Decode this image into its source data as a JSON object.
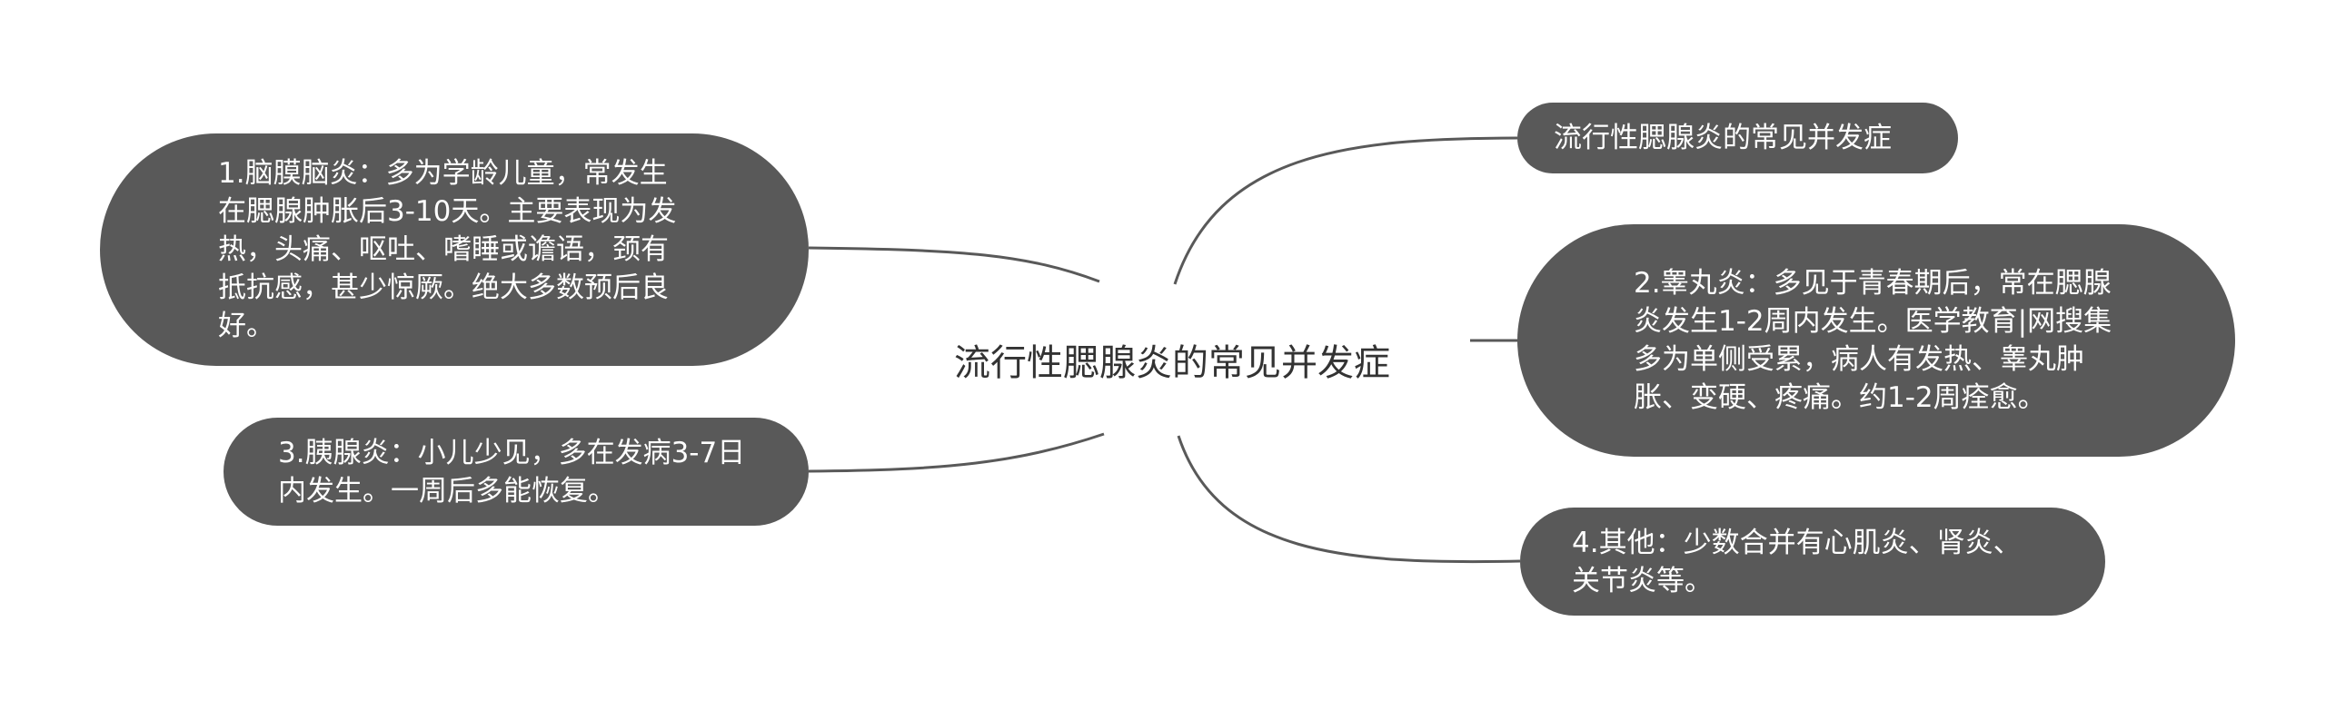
{
  "central_topic": "流行性腮腺炎的常见并发症",
  "branches": {
    "title_right": "流行性腮腺炎的常见并发症",
    "orchitis": "2.睾丸炎：多见于青春期后，常在腮腺炎发生1-2周内发生。医学教育|网搜集多为单侧受累，病人有发热、睾丸肿胀、变硬、疼痛。约1-2周痊愈。",
    "other": "4.其他：少数合并有心肌炎、肾炎、关节炎等。",
    "meningitis": "1.脑膜脑炎：多为学龄儿童，常发生在腮腺肿胀后3-10天。主要表现为发热，头痛、呕吐、嗜睡或谵语，颈有抵抗感，甚少惊厥。绝大多数预后良好。",
    "pancreatitis": "3.胰腺炎：小儿少见，多在发病3-7日内发生。一周后多能恢复。"
  },
  "colors": {
    "node_fill": "#595959",
    "node_text": "#ffffff",
    "line": "#595959",
    "center_text": "#333333"
  }
}
